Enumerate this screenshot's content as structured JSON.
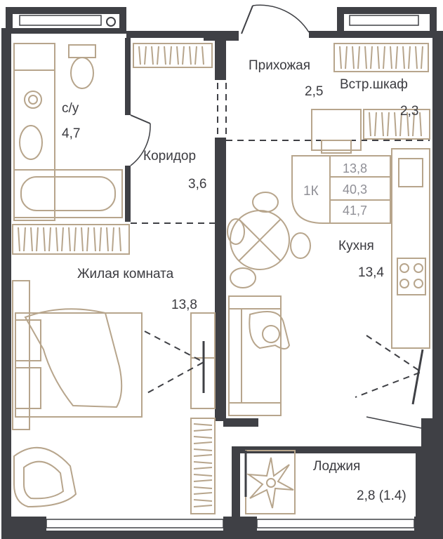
{
  "rooms": {
    "bathroom": {
      "name": "с/у",
      "area": "4,7"
    },
    "corridor": {
      "name": "Коридор",
      "area": "3,6"
    },
    "hallway": {
      "name": "Прихожая",
      "area": "2,5"
    },
    "wardrobe": {
      "name": "Встр.шкаф",
      "area": "2,3"
    },
    "living": {
      "name": "Жилая комната",
      "area": "13,8"
    },
    "kitchen": {
      "name": "Кухня",
      "area": "13,4"
    },
    "loggia": {
      "name": "Лоджия",
      "area": "2,8 (1.4)"
    }
  },
  "apartment": {
    "type": "1К",
    "living_area": "13,8",
    "total_area": "40,3",
    "total_with_loggia": "41,7"
  },
  "colors": {
    "wall": "#3f4045",
    "furniture": "#b7a58c",
    "text": "#3b3b40",
    "muted": "#8f8f96"
  }
}
